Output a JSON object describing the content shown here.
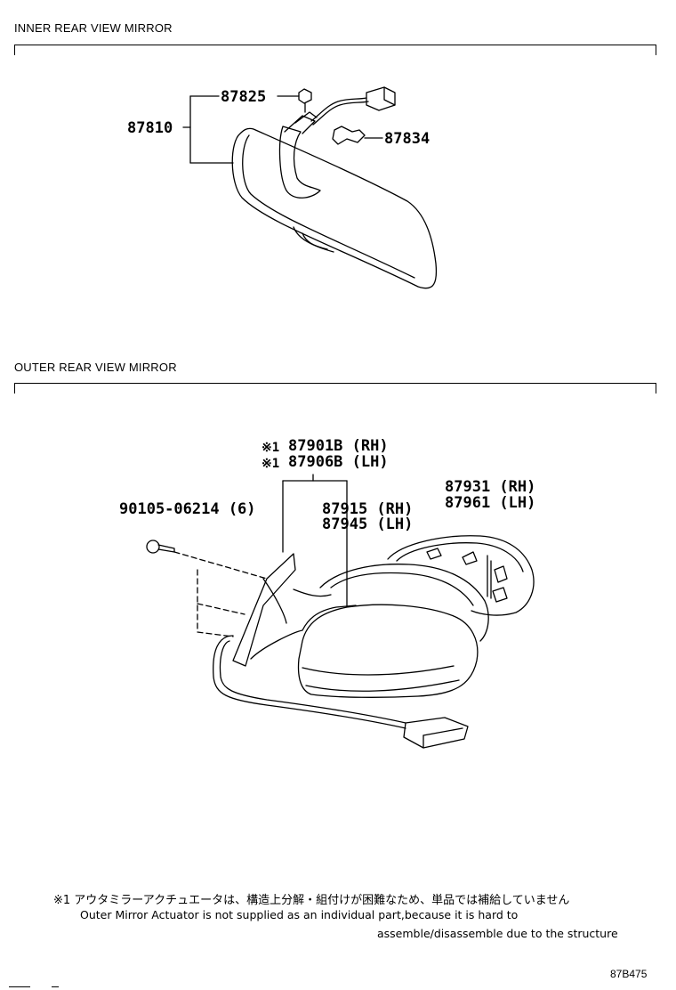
{
  "sections": {
    "inner_title": "INNER REAR VIEW MIRROR",
    "outer_title": "OUTER REAR VIEW MIRROR"
  },
  "parts": {
    "p87810": "87810",
    "p87825": "87825",
    "p87834": "87834",
    "p87901b": "87901B (RH)",
    "p87906b": "87906B (LH)",
    "p90105": "90105-06214 (6)",
    "p87915": "87915 (RH)",
    "p87945": "87945 (LH)",
    "p87931": "87931 (RH)",
    "p87961": "87961 (LH)",
    "mark1": "※1",
    "mark2": "※1"
  },
  "notes": {
    "jp": "※1 アウタミラーアクチュエータは、構造上分解・組付けが困難なため、単品では補給していません",
    "en1": "Outer Mirror Actuator is not supplied as an individual part,because it is hard to",
    "en2": "assemble/disassemble due to the structure"
  },
  "figure_id": "87B475"
}
